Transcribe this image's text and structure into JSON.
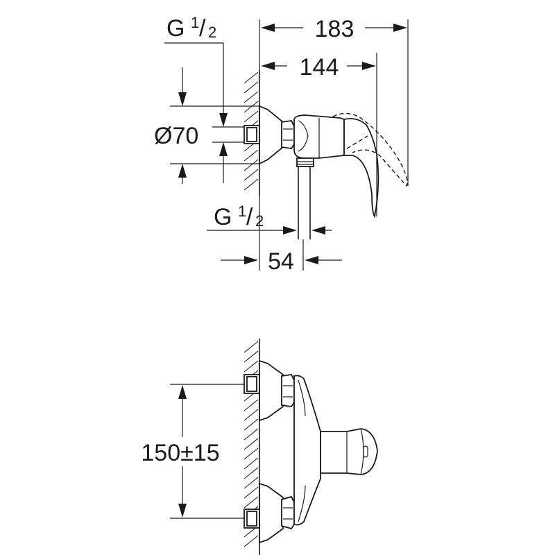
{
  "drawing": {
    "dim_183": "183",
    "dim_144": "144",
    "dim_54": "54",
    "dim_diameter": "Ø70",
    "thread_top": {
      "main": "G",
      "fraction_num": "1",
      "fraction_sep": "/",
      "fraction_den": "2"
    },
    "thread_bottom": {
      "main": "G",
      "fraction_num": "1",
      "fraction_sep": "/",
      "fraction_den": "2"
    },
    "dim_center_distance": "150±15"
  }
}
